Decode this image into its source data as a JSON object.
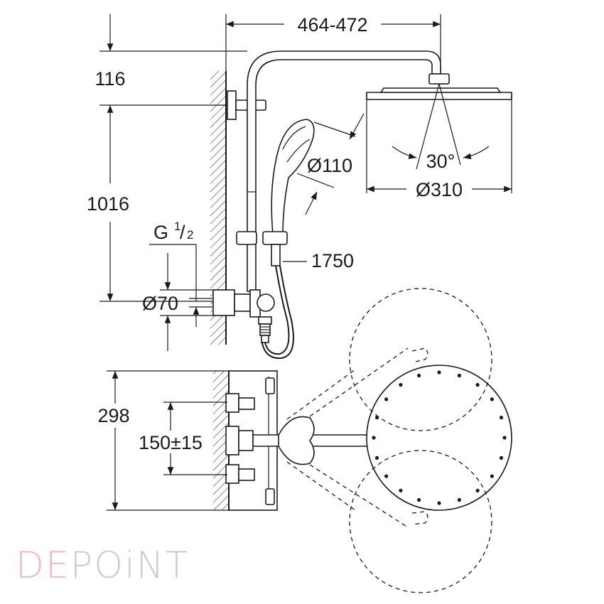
{
  "dimensions": {
    "arm_reach": "464-472",
    "top_offset": "116",
    "rail_height": "1016",
    "connection_thread": "G",
    "thread_num": "1",
    "thread_den": "2",
    "flange_diameter": "Ø70",
    "hand_shower_diameter": "Ø110",
    "head_diameter": "Ø310",
    "spray_angle": "30°",
    "hose_length": "1750",
    "thermostat_height": "298",
    "inlet_spacing": "150±15"
  },
  "watermark": {
    "part1": "DE",
    "part2": "POiNT"
  },
  "colors": {
    "line": "#1a1a1a",
    "watermark_pink": "#f2b9bf",
    "watermark_grey": "#cdcdd2"
  }
}
